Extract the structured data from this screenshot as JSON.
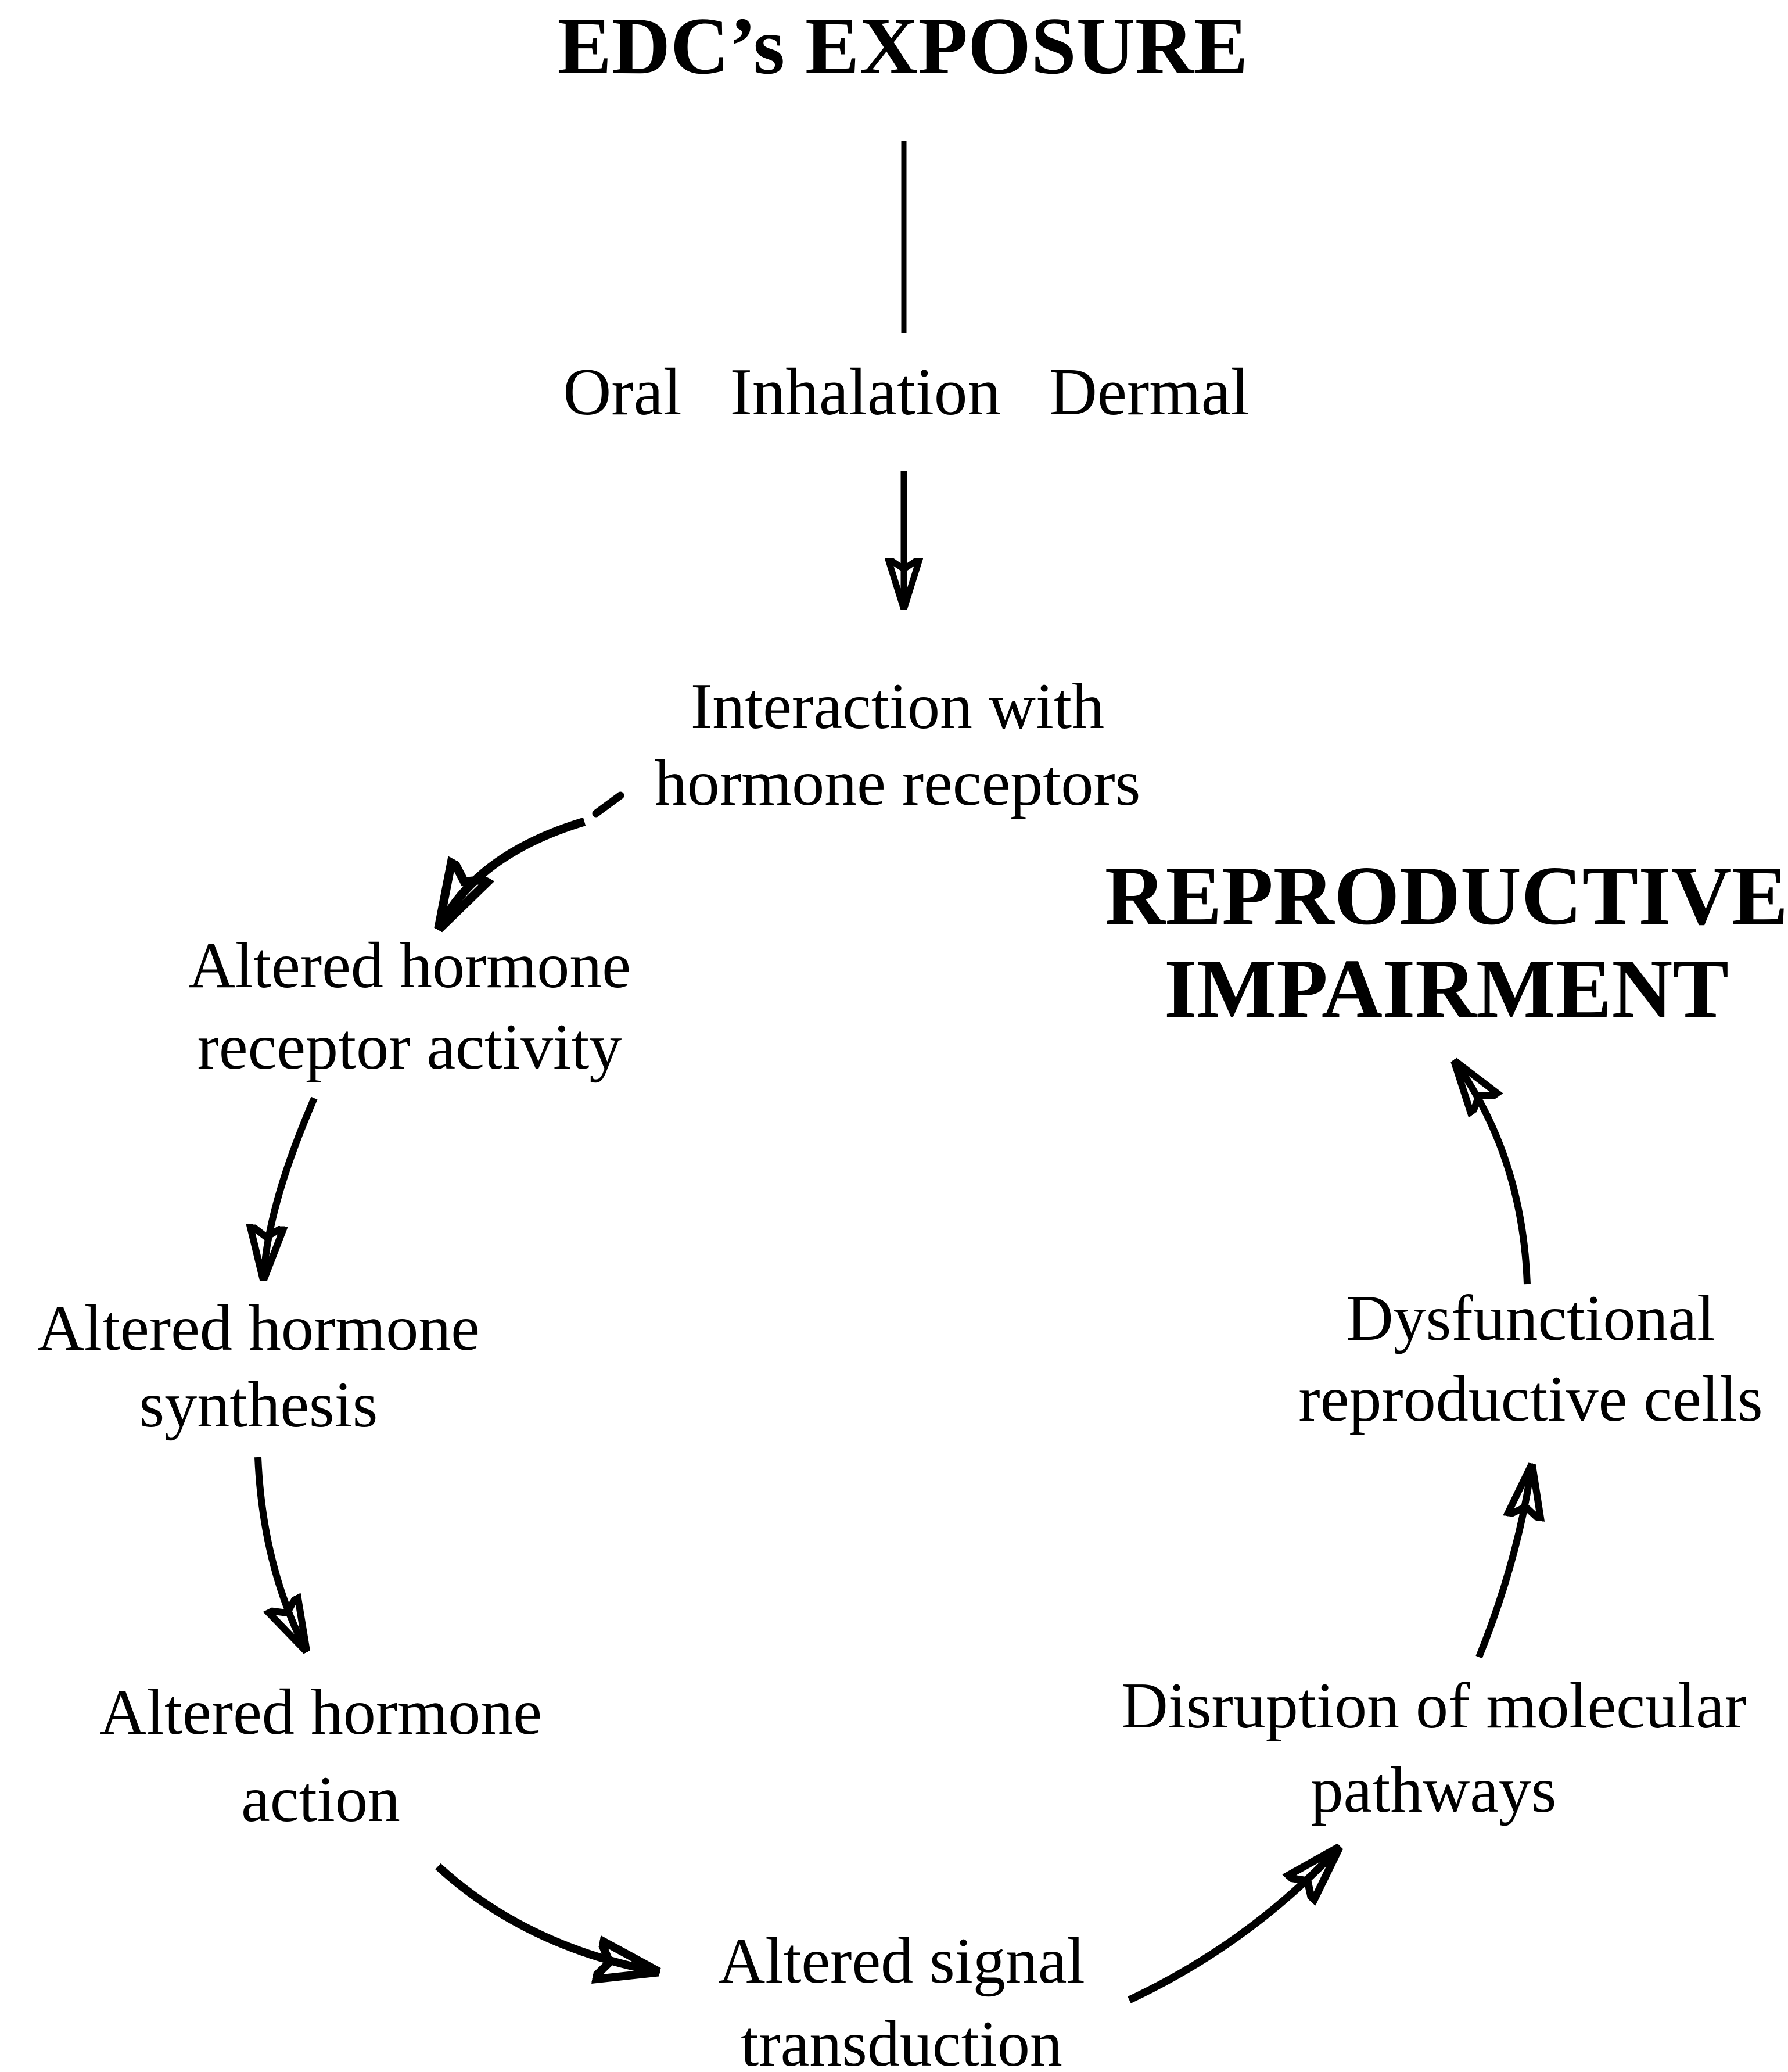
{
  "title": "EDC’s EXPOSURE",
  "exposure_routes": [
    "Oral",
    "Inhalation",
    "Dermal"
  ],
  "nodes": {
    "interaction": {
      "lines": [
        "Interaction with",
        "hormone receptors"
      ]
    },
    "receptor": {
      "lines": [
        "Altered hormone",
        "receptor activity"
      ]
    },
    "synthesis": {
      "lines": [
        "Altered hormone",
        "synthesis"
      ]
    },
    "action": {
      "lines": [
        "Altered hormone",
        "action"
      ]
    },
    "signal": {
      "lines": [
        "Altered signal",
        "transduction"
      ]
    },
    "disruption": {
      "lines": [
        "Disruption of molecular",
        "pathways"
      ]
    },
    "dysfunctional": {
      "lines": [
        "Dysfunctional",
        "reproductive cells"
      ]
    },
    "impairment": {
      "lines": [
        "REPRODUCTIVE",
        "IMPAIRMENT"
      ]
    }
  },
  "edges": [
    {
      "from": "edcs-exposure",
      "to": "exposure-routes"
    },
    {
      "from": "exposure-routes",
      "to": "interaction"
    },
    {
      "from": "interaction",
      "to": "receptor"
    },
    {
      "from": "receptor",
      "to": "synthesis"
    },
    {
      "from": "synthesis",
      "to": "action"
    },
    {
      "from": "action",
      "to": "signal"
    },
    {
      "from": "signal",
      "to": "disruption"
    },
    {
      "from": "disruption",
      "to": "dysfunctional"
    },
    {
      "from": "dysfunctional",
      "to": "impairment"
    }
  ],
  "colors": {
    "ink": "#000000",
    "background": "#ffffff"
  }
}
